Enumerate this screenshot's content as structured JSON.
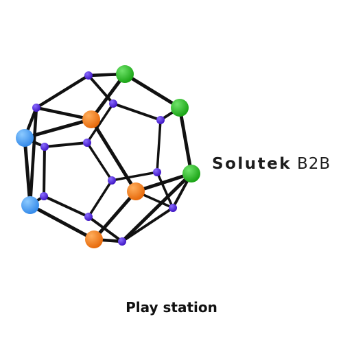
{
  "logo": {
    "brand_name": "Solutek",
    "brand_suffix": "B2B",
    "icon": "dodecahedron-molecule-icon",
    "colors": {
      "edge": "#111111",
      "vertex": "#4a1fd0",
      "green": "#22b11d",
      "orange": "#f07310",
      "blue": "#3f96ee"
    }
  },
  "caption": "Play station"
}
